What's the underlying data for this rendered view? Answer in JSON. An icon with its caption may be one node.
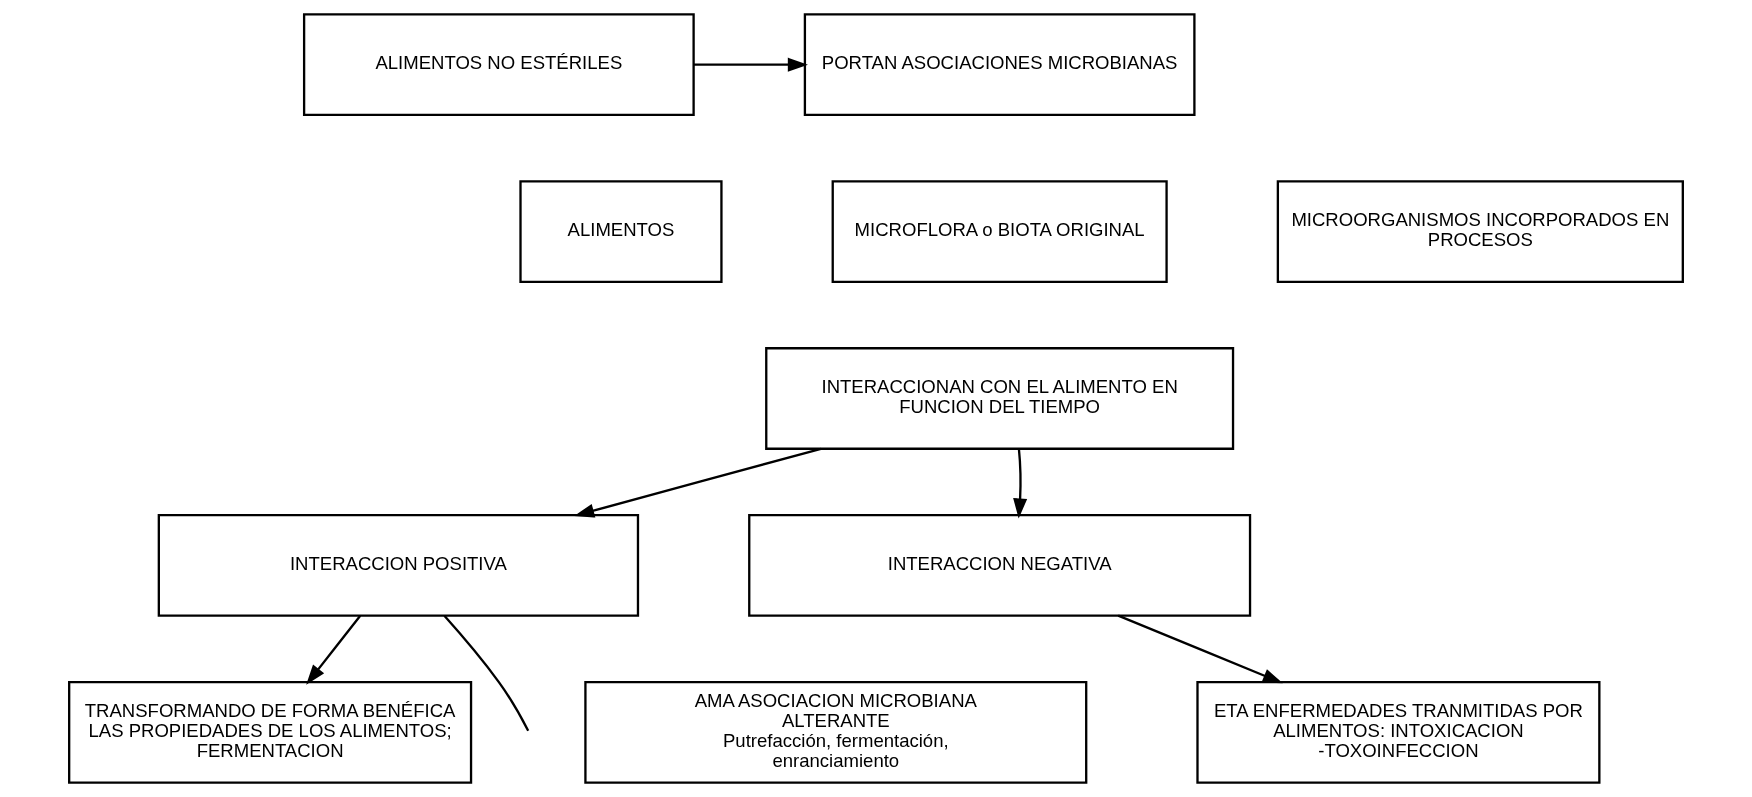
{
  "diagram": {
    "nodes": [
      {
        "text": [
          "ALIMENTOS NO ESTÉRILES"
        ]
      },
      {
        "text": [
          "PORTAN ASOCIACIONES MICROBIANAS"
        ]
      },
      {
        "text": [
          "ALIMENTOS"
        ]
      },
      {
        "text": [
          "MICROFLORA o BIOTA ORIGINAL"
        ]
      },
      {
        "text": [
          "MICROORGANISMOS INCORPORADOS EN PROCESOS"
        ]
      },
      {
        "text": [
          "INTERACCIONAN CON EL ALIMENTO EN FUNCION DEL TIEMPO"
        ]
      },
      {
        "text": [
          "INTERACCION POSITIVA"
        ]
      },
      {
        "text": [
          "INTERACCION NEGATIVA"
        ]
      },
      {
        "text": [
          "TRANSFORMANDO DE FORMA BENÉFICA LAS PROPIEDADES DE LOS ALIMENTOS; FERMENTACION"
        ]
      },
      {
        "text": [
          "AMA ASOCIACION MICROBIANA ALTERANTE",
          "Putrefacción, fermentación, enranciamiento"
        ]
      },
      {
        "text": [
          "ETA ENFERMEDADES TRANMITIDAS POR ALIMENTOS: INTOXICACION -TOXOINFECCION"
        ]
      }
    ],
    "edges": [
      {
        "from": 0,
        "to": 1,
        "arrow": "to"
      },
      {
        "from": 5,
        "to": 6,
        "arrow": "to"
      },
      {
        "from": 5,
        "to": 7,
        "arrow": "to"
      },
      {
        "from": 6,
        "to": null,
        "arrow": "none"
      },
      {
        "from": 6,
        "to": 8,
        "arrow": "to"
      },
      {
        "from": 7,
        "to": 10,
        "arrow": "to"
      }
    ]
  }
}
